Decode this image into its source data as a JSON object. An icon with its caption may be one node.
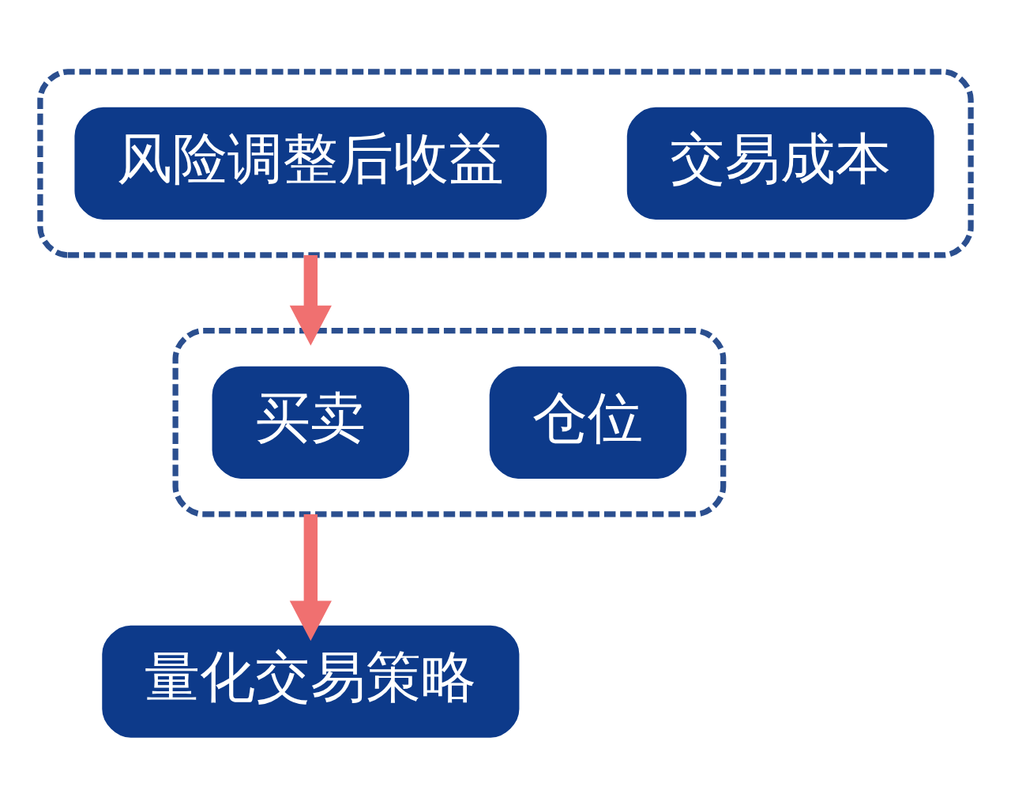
{
  "diagram": {
    "nodes": [
      {
        "text": [],
        "shape": "box"
      },
      {
        "text": [
          "风险调整后收益"
        ],
        "in": 0
      },
      {
        "text": [
          "交易成本"
        ],
        "in": 0
      },
      {
        "text": [],
        "shape": "box"
      },
      {
        "text": [
          "买卖"
        ],
        "in": 3
      },
      {
        "text": [
          "仓位"
        ],
        "in": 3
      },
      {
        "text": [
          "量化交易策略"
        ]
      }
    ],
    "edges": [
      {
        "from": 0,
        "to": 3,
        "arrow": "to"
      },
      {
        "from": 3,
        "to": 6,
        "arrow": "to"
      }
    ]
  }
}
